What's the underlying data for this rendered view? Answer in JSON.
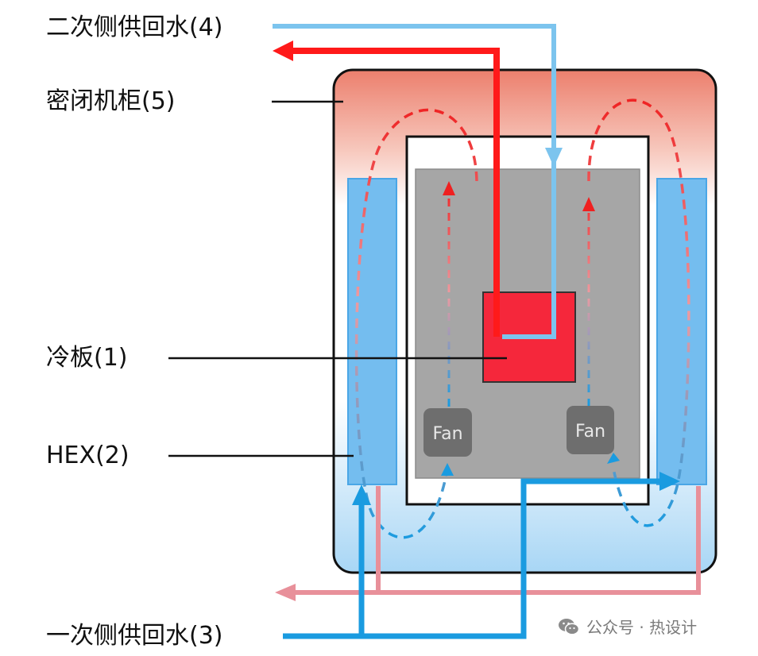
{
  "labels": {
    "secondary_water": "二次侧供回水(4)",
    "sealed_cabinet": "密闭机柜(5)",
    "cold_plate": "冷板(1)",
    "hex": "HEX(2)",
    "primary_water": "一次侧供回水(3)"
  },
  "fans": {
    "left_label": "Fan",
    "right_label": "Fan"
  },
  "watermark": {
    "text": "公众号 · 热设计",
    "icon": "wechat-icon"
  },
  "colors": {
    "hot_red": "#ff1a1a",
    "cold_plate_red": "#f5273b",
    "cool_blue": "#1a9be0",
    "light_blue": "#7cc4ee",
    "return_pink": "#e8909a",
    "hex_blue": "#74bdef",
    "server_gray": "#a6a6a6",
    "fan_gray": "#6e6e6e",
    "cabinet_top": "#ec7f6d",
    "cabinet_bottom": "#a8d6f5"
  }
}
